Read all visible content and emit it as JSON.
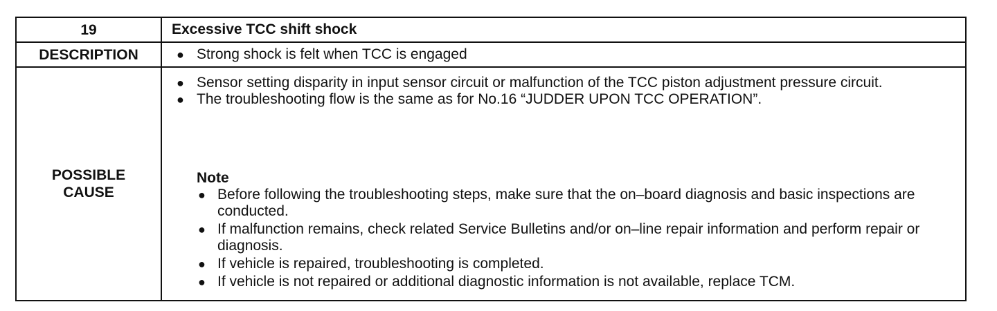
{
  "header": {
    "number": "19",
    "title": "Excessive TCC shift shock"
  },
  "description": {
    "label": "DESCRIPTION",
    "items": [
      "Strong shock is felt when TCC is engaged"
    ]
  },
  "possible_cause": {
    "label": "POSSIBLE CAUSE",
    "items": [
      "Sensor setting disparity in input sensor circuit or malfunction of the TCC piston adjustment pressure circuit.",
      "The troubleshooting flow is the same as for No.16 “JUDDER UPON TCC OPERATION”."
    ],
    "note": {
      "title": "Note",
      "items": [
        "Before following the troubleshooting steps, make sure that the on–board diagnosis and basic inspections are conducted.",
        "If malfunction remains, check related Service Bulletins and/or on–line repair information and perform repair or diagnosis.",
        "If vehicle is repaired, troubleshooting is completed.",
        "If vehicle is not repaired or additional diagnostic information is not available, replace TCM."
      ]
    }
  },
  "bullet_symbol": "●"
}
